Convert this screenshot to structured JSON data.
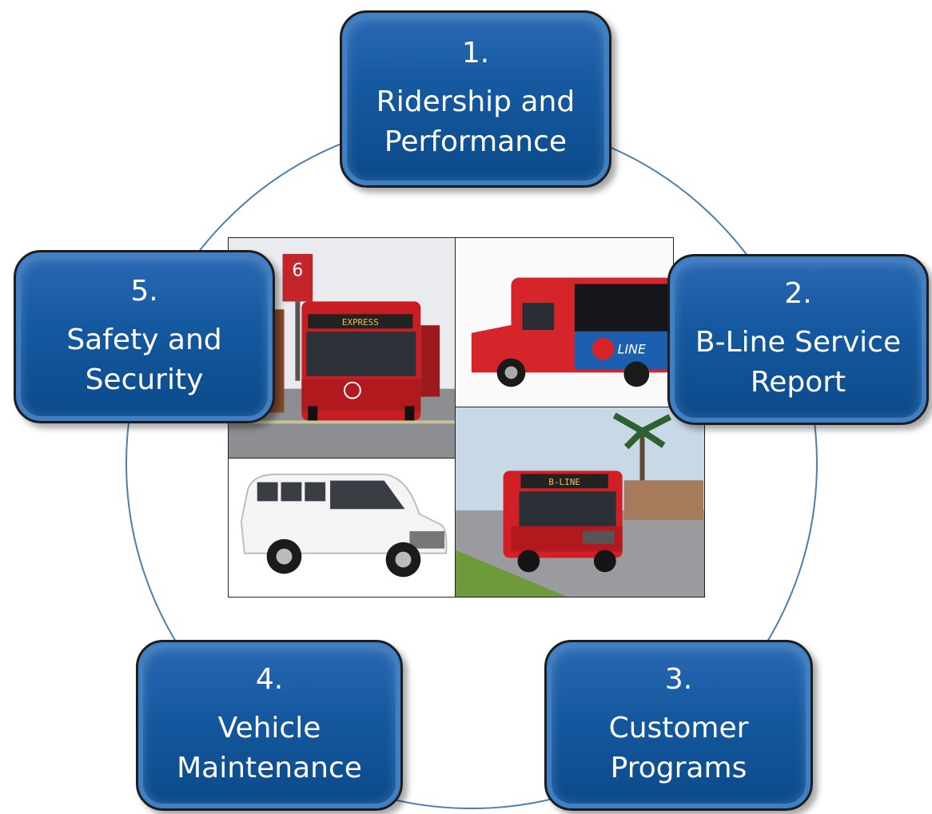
{
  "nodes": [
    {
      "number": "1.",
      "label": "Ridership and\nPerformance"
    },
    {
      "number": "2.",
      "label": "B-Line Service\nReport"
    },
    {
      "number": "3.",
      "label": "Customer\nPrograms"
    },
    {
      "number": "4.",
      "label": "Vehicle\nMaintenance"
    },
    {
      "number": "5.",
      "label": "Safety and\nSecurity"
    }
  ],
  "colors": {
    "node_fill": "#14589f",
    "node_rim": "#3f7fc5",
    "ring": "#4a7fb5",
    "bus_red": "#d6242b",
    "van_white": "#f4f4f4"
  },
  "photos": {
    "city_bus": {
      "sign_text": "6",
      "headsign": "EXPRESS"
    },
    "bline_bus": {
      "logo_text": "LINE"
    },
    "shuttle_bus": {
      "headsign": "B-LINE"
    }
  }
}
